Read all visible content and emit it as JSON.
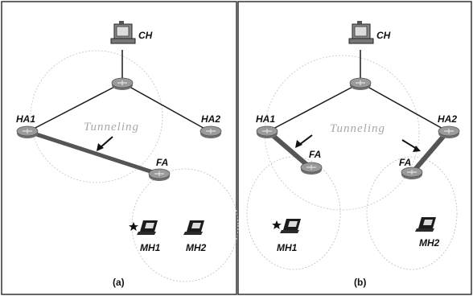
{
  "panels": [
    {
      "caption": "(a)",
      "labels": {
        "ch": "CH",
        "ha1": "HA1",
        "ha2": "HA2",
        "fa": "FA",
        "tunneling": "Tunneling",
        "mh1": "MH1",
        "mh2": "MH2"
      }
    },
    {
      "caption": "(b)",
      "labels": {
        "ch": "CH",
        "ha1": "HA1",
        "ha2": "HA2",
        "fa_left": "FA",
        "fa_right": "FA",
        "tunneling": "Tunneling",
        "mh1": "MH1",
        "mh2": "MH2"
      }
    }
  ],
  "icons": [
    "computer-icon",
    "router-icon",
    "laptop-icon",
    "star-icon",
    "arrow-icon"
  ],
  "colors": {
    "border": "#333333",
    "link": "#1a1a1a",
    "tunnel": "#555555",
    "router": "#8a8a8a",
    "circle": "#c8c8c8",
    "tunneling_text": "#a8a8a8"
  }
}
